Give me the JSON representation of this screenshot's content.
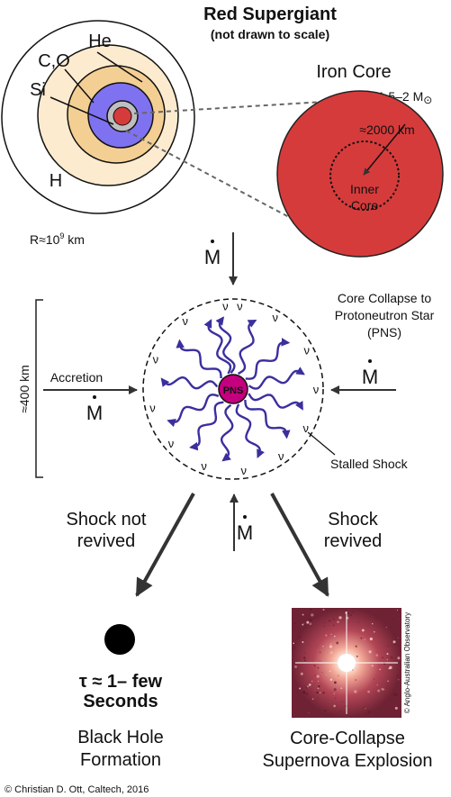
{
  "supergiant": {
    "title": "Red Supergiant",
    "subtitle": "(not drawn to scale)",
    "layer_labels": {
      "he": "He",
      "co": "C,O",
      "si": "Si",
      "h": "H"
    },
    "radius_label": "R≈10",
    "radius_exponent": "9",
    "radius_unit": " km"
  },
  "iron_core": {
    "title": "Iron Core",
    "mass_label": "1.5–2 M",
    "mass_symbol": "⊙",
    "radius_label": "≈2000 km",
    "inner_core_line1": "Inner",
    "inner_core_line2": "Core"
  },
  "collapse": {
    "mdot": "M",
    "caption_line1": "Core Collapse to",
    "caption_line2": "Protoneutron Star",
    "caption_line3": "(PNS)",
    "pns_label": "PNS",
    "neutrino_symbol": "ν",
    "accretion_label": "Accretion",
    "size_label": "≈400 km",
    "stalled_shock_label": "Stalled Shock"
  },
  "outcomes": {
    "not_revived_line1": "Shock not",
    "not_revived_line2": "revived",
    "revived_line1": "Shock",
    "revived_line2": "revived",
    "tau_line1": "τ ≈ 1– few",
    "tau_line2": "Seconds",
    "bh_line1": "Black Hole",
    "bh_line2": "Formation",
    "sn_line1": "Core-Collapse",
    "sn_line2": "Supernova Explosion",
    "photo_credit": "© Anglo-Australian Observatory"
  },
  "credit": "© Christian D. Ott, Caltech, 2016",
  "colors": {
    "hydrogen": "#ffffff",
    "helium": "#fdebd0",
    "carbon_oxygen": "#f4cf93",
    "silicon": "#7f72f0",
    "iron": "#d63b3b",
    "pns": "#c4007e",
    "neutrino": "#3b2f9e",
    "arrow": "#444444",
    "supernova_bg": "#8a2c3a"
  }
}
